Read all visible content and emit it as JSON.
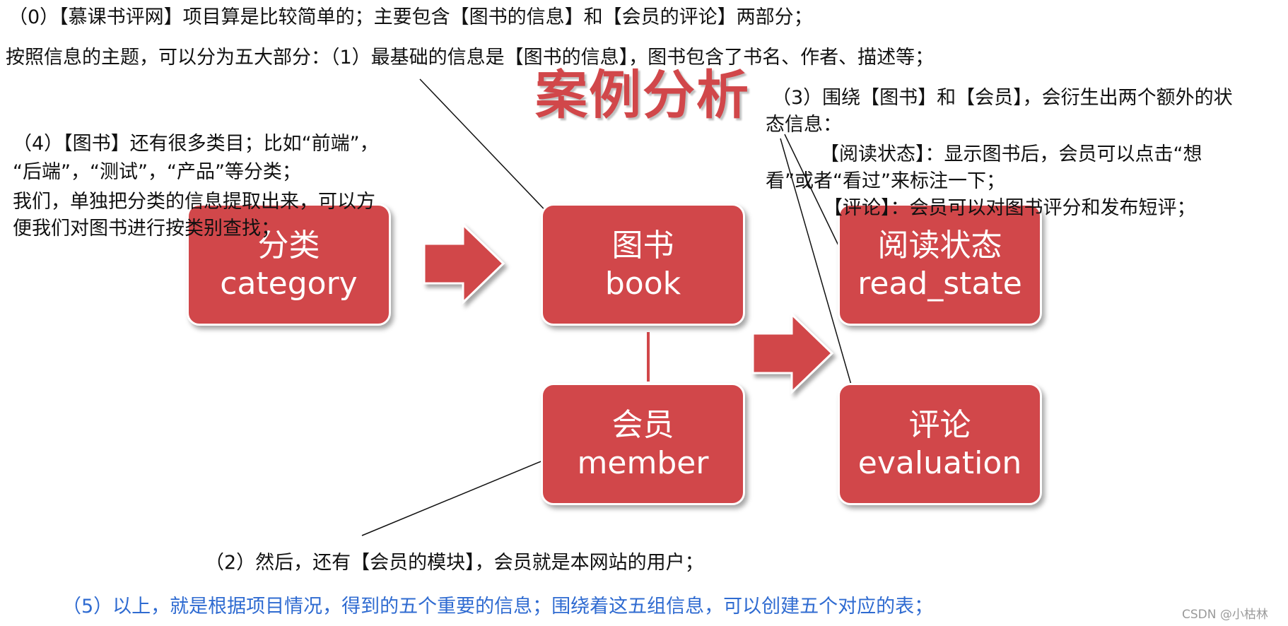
{
  "title": "案例分析",
  "notes": {
    "n0": "（0）【慕课书评网】项目算是比较简单的；主要包含【图书的信息】和【会员的评论】两部分；",
    "n1": "按照信息的主题，可以分为五大部分：（1）最基础的信息是【图书的信息】，图书包含了书名、作者、描述等；",
    "n3_line1": "（3）围绕【图书】和【会员】，会衍生出两个额外的状",
    "n3_line2": "态信息：",
    "n3_line3": "【阅读状态】：显示图书后，会员可以点击“想",
    "n3_line4": "看”或者“看过”来标注一下；",
    "n3_line5": "【评论】：会员可以对图书评分和发布短评；",
    "n4_line1": "（4）【图书】还有很多类目；比如“前端”，",
    "n4_line2": "“后端”，“测试”，“产品”等分类；",
    "n4_line3": "我们，单独把分类的信息提取出来，可以方",
    "n4_line4": "便我们对图书进行按类别查找；",
    "n2": "（2）然后，还有【会员的模块】，会员就是本网站的用户；",
    "n5": "（5）以上，就是根据项目情况，得到的五个重要的信息；围绕着这五组信息，可以创建五个对应的表；"
  },
  "boxes": {
    "category": {
      "cn": "分类",
      "en": "category"
    },
    "book": {
      "cn": "图书",
      "en": "book"
    },
    "read_state": {
      "cn": "阅读状态",
      "en": "read_state"
    },
    "member": {
      "cn": "会员",
      "en": "member"
    },
    "evaluation": {
      "cn": "评论",
      "en": "evaluation"
    }
  },
  "watermark": "CSDN @小枯林",
  "colors": {
    "box_fill": "#d1474a",
    "title": "#d1474a",
    "note5_text": "#2f6bd1"
  }
}
